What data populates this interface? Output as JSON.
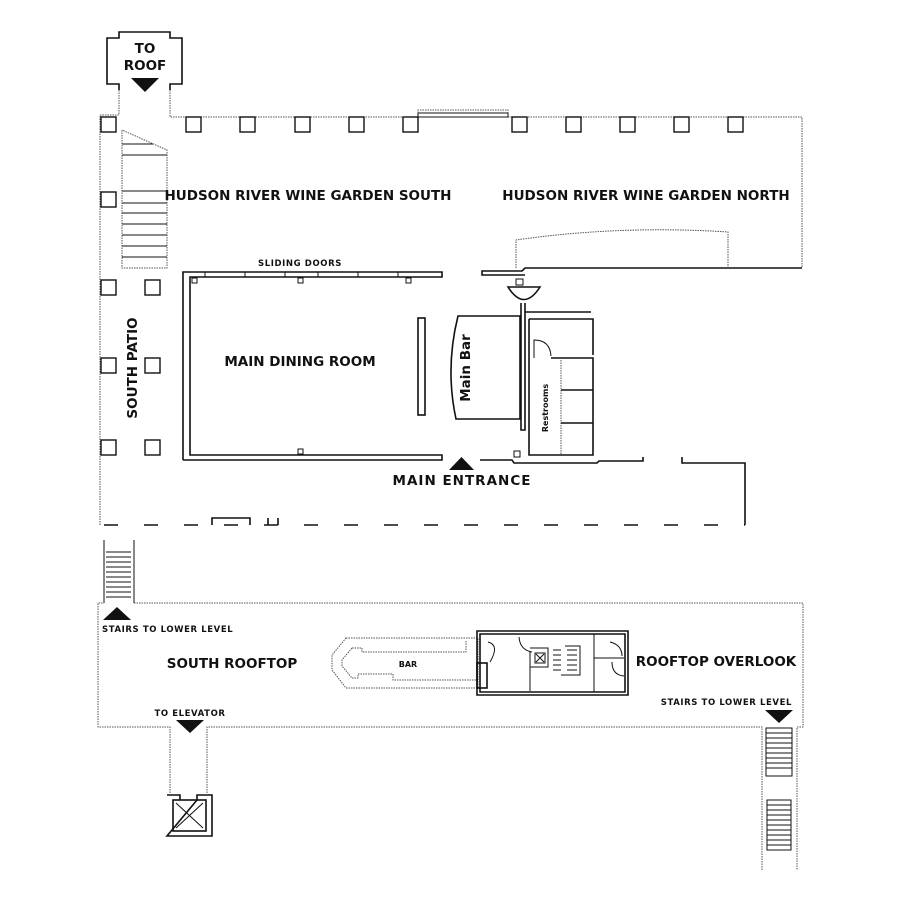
{
  "title": "Venue Floor Plan",
  "upper_level": {
    "to_roof": {
      "line1": "TO",
      "line2": "ROOF"
    },
    "rooms": {
      "wine_garden_south": "HUDSON RIVER WINE GARDEN SOUTH",
      "wine_garden_north": "HUDSON RIVER WINE GARDEN NORTH",
      "sliding_doors": "SLIDING DOORS",
      "main_dining_room": "MAIN DINING ROOM",
      "south_patio": "SOUTH PATIO",
      "main_bar": "Main Bar",
      "restrooms": "Restrooms",
      "main_entrance": "MAIN ENTRANCE"
    }
  },
  "rooftop_level": {
    "stairs_left": "STAIRS TO LOWER LEVEL",
    "south_rooftop": "SOUTH ROOFTOP",
    "to_elevator": "TO ELEVATOR",
    "bar": "BAR",
    "rooftop_overlook": "ROOFTOP OVERLOOK",
    "stairs_right": "STAIRS TO LOWER LEVEL"
  }
}
